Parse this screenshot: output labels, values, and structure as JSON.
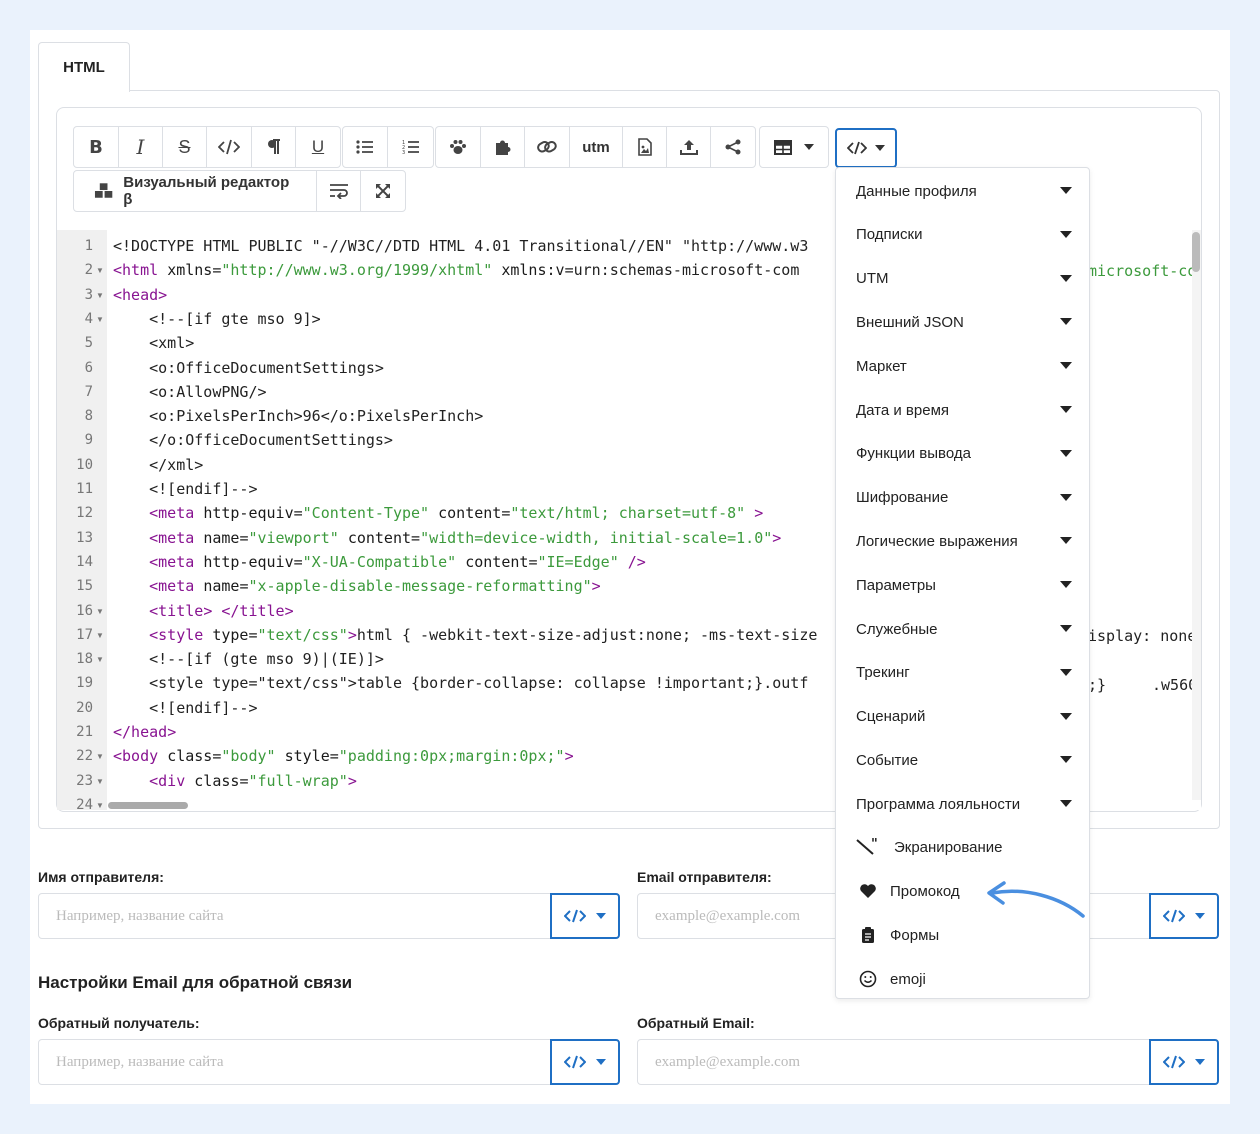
{
  "tab": {
    "label": "HTML"
  },
  "toolbar": {
    "bold": "B",
    "italic": "I",
    "strike": "S",
    "underline": "U",
    "utm": "utm",
    "visual_editor": "Визуальный редактор β"
  },
  "code_lines": [
    {
      "n": "1",
      "t": "<!DOCTYPE HTML PUBLIC \"-//W3C//DTD HTML 4.01 Transitional//EN\" \"http://www.w3"
    },
    {
      "n": "2",
      "t": "<html xmlns=\"http://www.w3.org/1999/xhtml\" xmlns:v=\"urn:schemas-microsoft-com"
    },
    {
      "n": "3",
      "t": "<head>"
    },
    {
      "n": "4",
      "t": "    <!--[if gte mso 9]>"
    },
    {
      "n": "5",
      "t": "    <xml>"
    },
    {
      "n": "6",
      "t": "    <o:OfficeDocumentSettings>"
    },
    {
      "n": "7",
      "t": "    <o:AllowPNG/>"
    },
    {
      "n": "8",
      "t": "    <o:PixelsPerInch>96</o:PixelsPerInch>"
    },
    {
      "n": "9",
      "t": "    </o:OfficeDocumentSettings>"
    },
    {
      "n": "10",
      "t": "    </xml>"
    },
    {
      "n": "11",
      "t": "    <![endif]-->"
    },
    {
      "n": "12",
      "t": "    <meta http-equiv=\"Content-Type\" content=\"text/html; charset=utf-8\" >"
    },
    {
      "n": "13",
      "t": "    <meta name=\"viewport\" content=\"width=device-width, initial-scale=1.0\">"
    },
    {
      "n": "14",
      "t": "    <meta http-equiv=\"X-UA-Compatible\" content=\"IE=Edge\" />"
    },
    {
      "n": "15",
      "t": "    <meta name=\"x-apple-disable-message-reformatting\">"
    },
    {
      "n": "16",
      "t": "    <title> </title>"
    },
    {
      "n": "17",
      "t": "    <style type=\"text/css\">html { -webkit-text-size-adjust:none; -ms-text-size"
    },
    {
      "n": "18",
      "t": "    <!--[if (gte mso 9)|(IE)]>"
    },
    {
      "n": "19",
      "t": "    <style type=\"text/css\">table {border-collapse: collapse !important;}.outf"
    },
    {
      "n": "20",
      "t": "    <![endif]-->"
    },
    {
      "n": "21",
      "t": "</head>"
    },
    {
      "n": "22",
      "t": "<body class=\"body\" style=\"padding:0px;margin:0px;\">"
    },
    {
      "n": "23",
      "t": "    <div class=\"full-wrap\">"
    },
    {
      "n": "24",
      "t": ""
    }
  ],
  "code_overflow": {
    "line2": "microsoft-co",
    "line17": "isplay: none",
    "line19a": ";}",
    "line19b": ".w560"
  },
  "dropdown": {
    "items": [
      "Данные профиля",
      "Подписки",
      "UTM",
      "Внешний JSON",
      "Маркет",
      "Дата и время",
      "Функции вывода",
      "Шифрование",
      "Логические выражения",
      "Параметры",
      "Служебные",
      "Трекинг",
      "Сценарий",
      "Событие",
      "Программа лояльности"
    ],
    "icon_items": [
      {
        "label": "Экранирование",
        "icon": "escape-icon"
      },
      {
        "label": "Промокод",
        "icon": "heart-icon"
      },
      {
        "label": "Формы",
        "icon": "clipboard-icon"
      },
      {
        "label": "emoji",
        "icon": "smiley-icon"
      }
    ]
  },
  "form": {
    "sender_name_label": "Имя отправителя:",
    "sender_name_placeholder": "Например, название сайта",
    "sender_email_label": "Email отправителя:",
    "sender_email_placeholder": "example@example.com",
    "feedback_section": "Настройки Email для обратной связи",
    "reply_recipient_label": "Обратный получатель:",
    "reply_recipient_placeholder": "Например, название сайта",
    "reply_email_label": "Обратный Email:",
    "reply_email_placeholder": "example@example.com"
  },
  "colors": {
    "accent": "#1f6fc4",
    "arrow": "#4a8fe0",
    "tag": "#881391",
    "string": "#3c9a3c"
  }
}
